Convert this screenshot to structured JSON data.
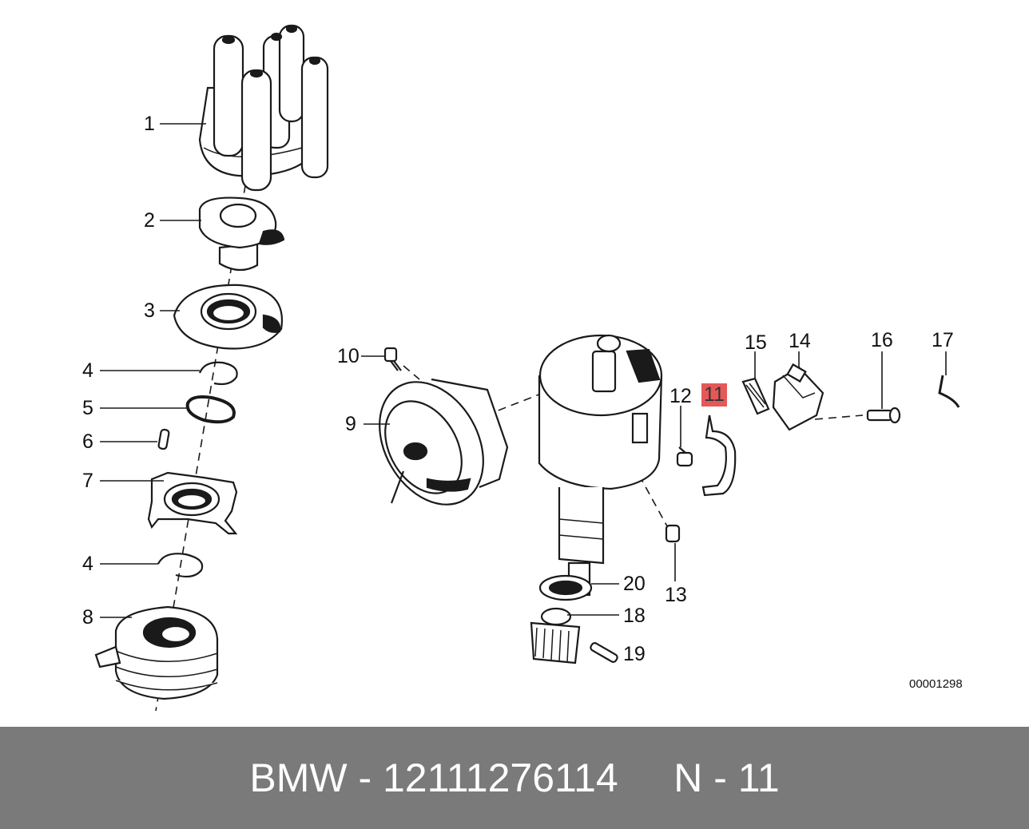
{
  "callouts": [
    {
      "id": "1",
      "label": "1"
    },
    {
      "id": "2",
      "label": "2"
    },
    {
      "id": "3",
      "label": "3"
    },
    {
      "id": "4a",
      "label": "4"
    },
    {
      "id": "5",
      "label": "5"
    },
    {
      "id": "6",
      "label": "6"
    },
    {
      "id": "7",
      "label": "7"
    },
    {
      "id": "4b",
      "label": "4"
    },
    {
      "id": "8",
      "label": "8"
    },
    {
      "id": "9",
      "label": "9"
    },
    {
      "id": "10",
      "label": "10"
    },
    {
      "id": "11",
      "label": "11"
    },
    {
      "id": "12",
      "label": "12"
    },
    {
      "id": "13",
      "label": "13"
    },
    {
      "id": "14",
      "label": "14"
    },
    {
      "id": "15",
      "label": "15"
    },
    {
      "id": "16",
      "label": "16"
    },
    {
      "id": "17",
      "label": "17"
    },
    {
      "id": "18",
      "label": "18"
    },
    {
      "id": "19",
      "label": "19"
    },
    {
      "id": "20",
      "label": "20"
    }
  ],
  "highlighted_callout": "11",
  "diagram_code": "00001298",
  "footer": {
    "text": "BMW - 12111276114     N - 11"
  },
  "colors": {
    "highlight": "#e23b3b",
    "footer_bg": "#7a7a7a",
    "footer_text": "#ffffff",
    "line": "#1a1a1a"
  }
}
